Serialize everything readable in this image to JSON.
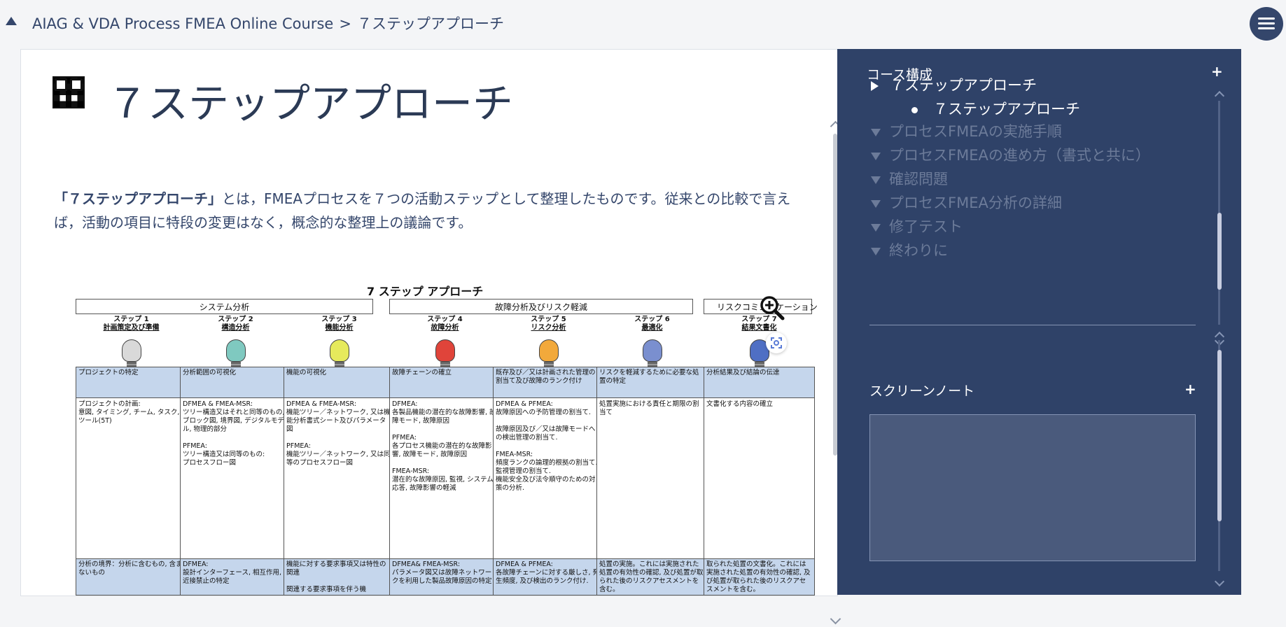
{
  "breadcrumb": {
    "course": "AIAG & VDA Process FMEA Online Course",
    "separator": ">",
    "current": "７ステップアプローチ"
  },
  "page": {
    "title": "７ステップアプローチ",
    "intro_bold": "「７ステップアプローチ」",
    "intro_rest": "とは，FMEAプロセスを７つの活動ステップとして整理したものです。従来との比較で言えば，活動の項目に特段の変更はなく，概念的な整理上の議論です。"
  },
  "diagram": {
    "title": "7 ステップ アプローチ",
    "groups": [
      "システム分析",
      "故障分析及びリスク軽減",
      "リスクコミュニケーション"
    ],
    "steps": [
      {
        "label": "ステップ 1",
        "name": "計画策定及び準備",
        "color": "#d9d9d9",
        "head": "プロジェクトの特定",
        "body": "プロジェクトの計画:\n意図, タイミング, チーム, タスク, ツール(5T)",
        "foot": "分析の境界：分析に含むもの, 含まないもの"
      },
      {
        "label": "ステップ 2",
        "name": "構造分析",
        "color": "#7fc9c0",
        "head": "分析範囲の可視化",
        "body": "DFMEA & FMEA-MSR:\nツリー構造又はそれと同等のもの,\nブロック図, 境界図, デジタルモデル, 物理的部分\n\nPFMEA:\nツリー構造又は同等のもの:\nプロセスフロー図",
        "foot": "DFMEA:\n設計インターフェース, 相互作用, 近接禁止の特定"
      },
      {
        "label": "ステップ 3",
        "name": "機能分析",
        "color": "#e6ea5c",
        "head": "機能の可視化",
        "body": "DFMEA & FMEA-MSR:\n機能ツリー／ネットワーク, 又は機能分析書式シート及びパラメータ図\n\nPFMEA:\n機能ツリー／ネットワーク, 又は同等のプロセスフロー図",
        "foot": "機能に対する要求事項又は特性の関連\n\n関連する要求事項を伴う機"
      },
      {
        "label": "ステップ 4",
        "name": "故障分析",
        "color": "#e0443a",
        "head": "故障チェーンの確立",
        "body": "DFMEA:\n各製品機能の潜在的な故障影響, 故障モード, 故障原因\n\nPFMEA:\n各プロセス機能の潜在的な故障影響, 故障モード, 故障原因\n\nFMEA-MSR:\n潜在的な故障原因, 監視, システム応答, 故障影響の軽減",
        "foot": "DFMEA& FMEA-MSR:\nパラメータ図又は故障ネットワークを利用した製品故障原因の特定"
      },
      {
        "label": "ステップ 5",
        "name": "リスク分析",
        "color": "#f2a93b",
        "head": "既存及び／又は計画された管理の割当て及び故障のランク付け",
        "body": "DFMEA & PFMEA:\n故障原因への予防管理の割当て.\n\n故障原因及び／又は故障モードへの検出管理の割当て.\n\nFMEA-MSR:\n頻度ランクの論理的根拠の割当て.\n監視管理の割当て.\n機能安全及び法令順守のための対策の分析.",
        "foot": "DFMEA & PFMEA:\n各故障チェーンに対する厳しさ, 発生頻度, 及び検出のランク付け."
      },
      {
        "label": "ステップ 6",
        "name": "最適化",
        "color": "#7a8fcf",
        "head": "リスクを軽減するために必要な処置の特定",
        "body": "処置実施における責任と期限の割当て",
        "foot": "処置の実施。これには実施された処置の有効性の確認, 及び処置が取られた後のリスクアセスメントを含む。"
      },
      {
        "label": "ステップ 7",
        "name": "結果文書化",
        "color": "#4f6fc4",
        "head": "分析結果及び結論の伝達",
        "body": "文書化する内容の確立",
        "foot": "取られた処置の文書化。これには実施された処置の有効性の確認, 及び処置が取られた後のリスクアセスメントを含む。"
      }
    ]
  },
  "sidebar": {
    "course_title": "コース構成",
    "add_label": "+",
    "tree": [
      {
        "label": "７ステップアプローチ",
        "type": "expanded"
      },
      {
        "label": "７ステップアプローチ",
        "type": "current"
      },
      {
        "label": "プロセスFMEAの実施手順",
        "type": "collapsed"
      },
      {
        "label": "プロセスFMEAの進め方（書式と共に）",
        "type": "collapsed"
      },
      {
        "label": "確認問題",
        "type": "collapsed"
      },
      {
        "label": "プロセスFMEA分析の詳細",
        "type": "collapsed"
      },
      {
        "label": "修了テスト",
        "type": "collapsed"
      },
      {
        "label": "終わりに",
        "type": "collapsed"
      }
    ],
    "notes_title": "スクリーンノート",
    "notes_value": ""
  }
}
